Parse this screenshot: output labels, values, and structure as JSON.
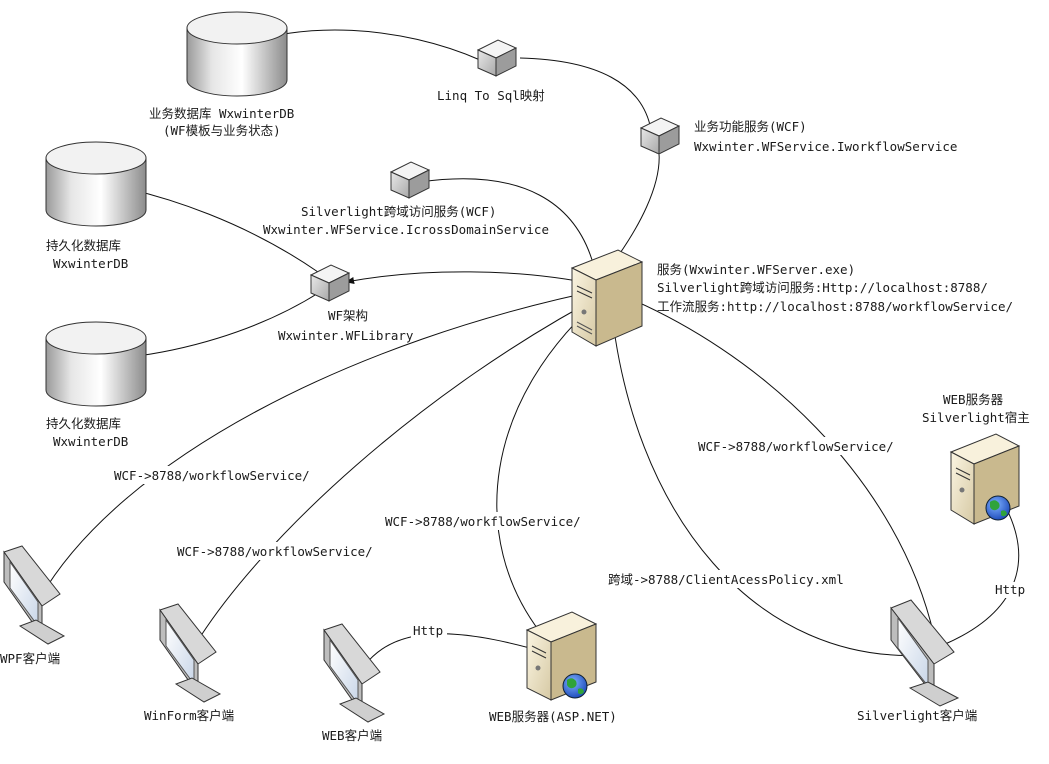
{
  "nodes": {
    "business_db": {
      "line1": "业务数据库 WxwinterDB",
      "line2": "(WF模板与业务状态)"
    },
    "linq": {
      "label": "Linq To Sql映射"
    },
    "biz_service": {
      "line1": "业务功能服务(WCF)",
      "line2": "Wxwinter.WFService.IworkflowService"
    },
    "cross_domain": {
      "line1": "Silverlight跨域访问服务(WCF)",
      "line2": "Wxwinter.WFService.IcrossDomainService"
    },
    "persist_db_1": {
      "line1": "持久化数据库",
      "line2": "WxwinterDB"
    },
    "persist_db_2": {
      "line1": "持久化数据库",
      "line2": "WxwinterDB"
    },
    "wf_library": {
      "line1": "WF架构",
      "line2": "Wxwinter.WFLibrary"
    },
    "server": {
      "line1": "服务(Wxwinter.WFServer.exe)",
      "line2": "Silverlight跨域访问服务:Http://localhost:8788/",
      "line3": "工作流服务:http://localhost:8788/workflowService/"
    },
    "web_server_sl": {
      "line1": "WEB服务器",
      "line2": "Silverlight宿主"
    },
    "wpf_client": {
      "label": "WPF客户端"
    },
    "winform_client": {
      "label": "WinForm客户端"
    },
    "web_client": {
      "label": "WEB客户端"
    },
    "web_server_asp": {
      "label": "WEB服务器(ASP.NET)"
    },
    "sl_client": {
      "label": "Silverlight客户端"
    }
  },
  "edges": {
    "wpf": "WCF->8788/workflowService/",
    "winform": "WCF->8788/workflowService/",
    "asp": "WCF->8788/workflowService/",
    "sl_wcf": "WCF->8788/workflowService/",
    "sl_cross": "跨域->8788/ClientAcessPolicy.xml",
    "web_http": "Http",
    "sl_http": "Http"
  }
}
